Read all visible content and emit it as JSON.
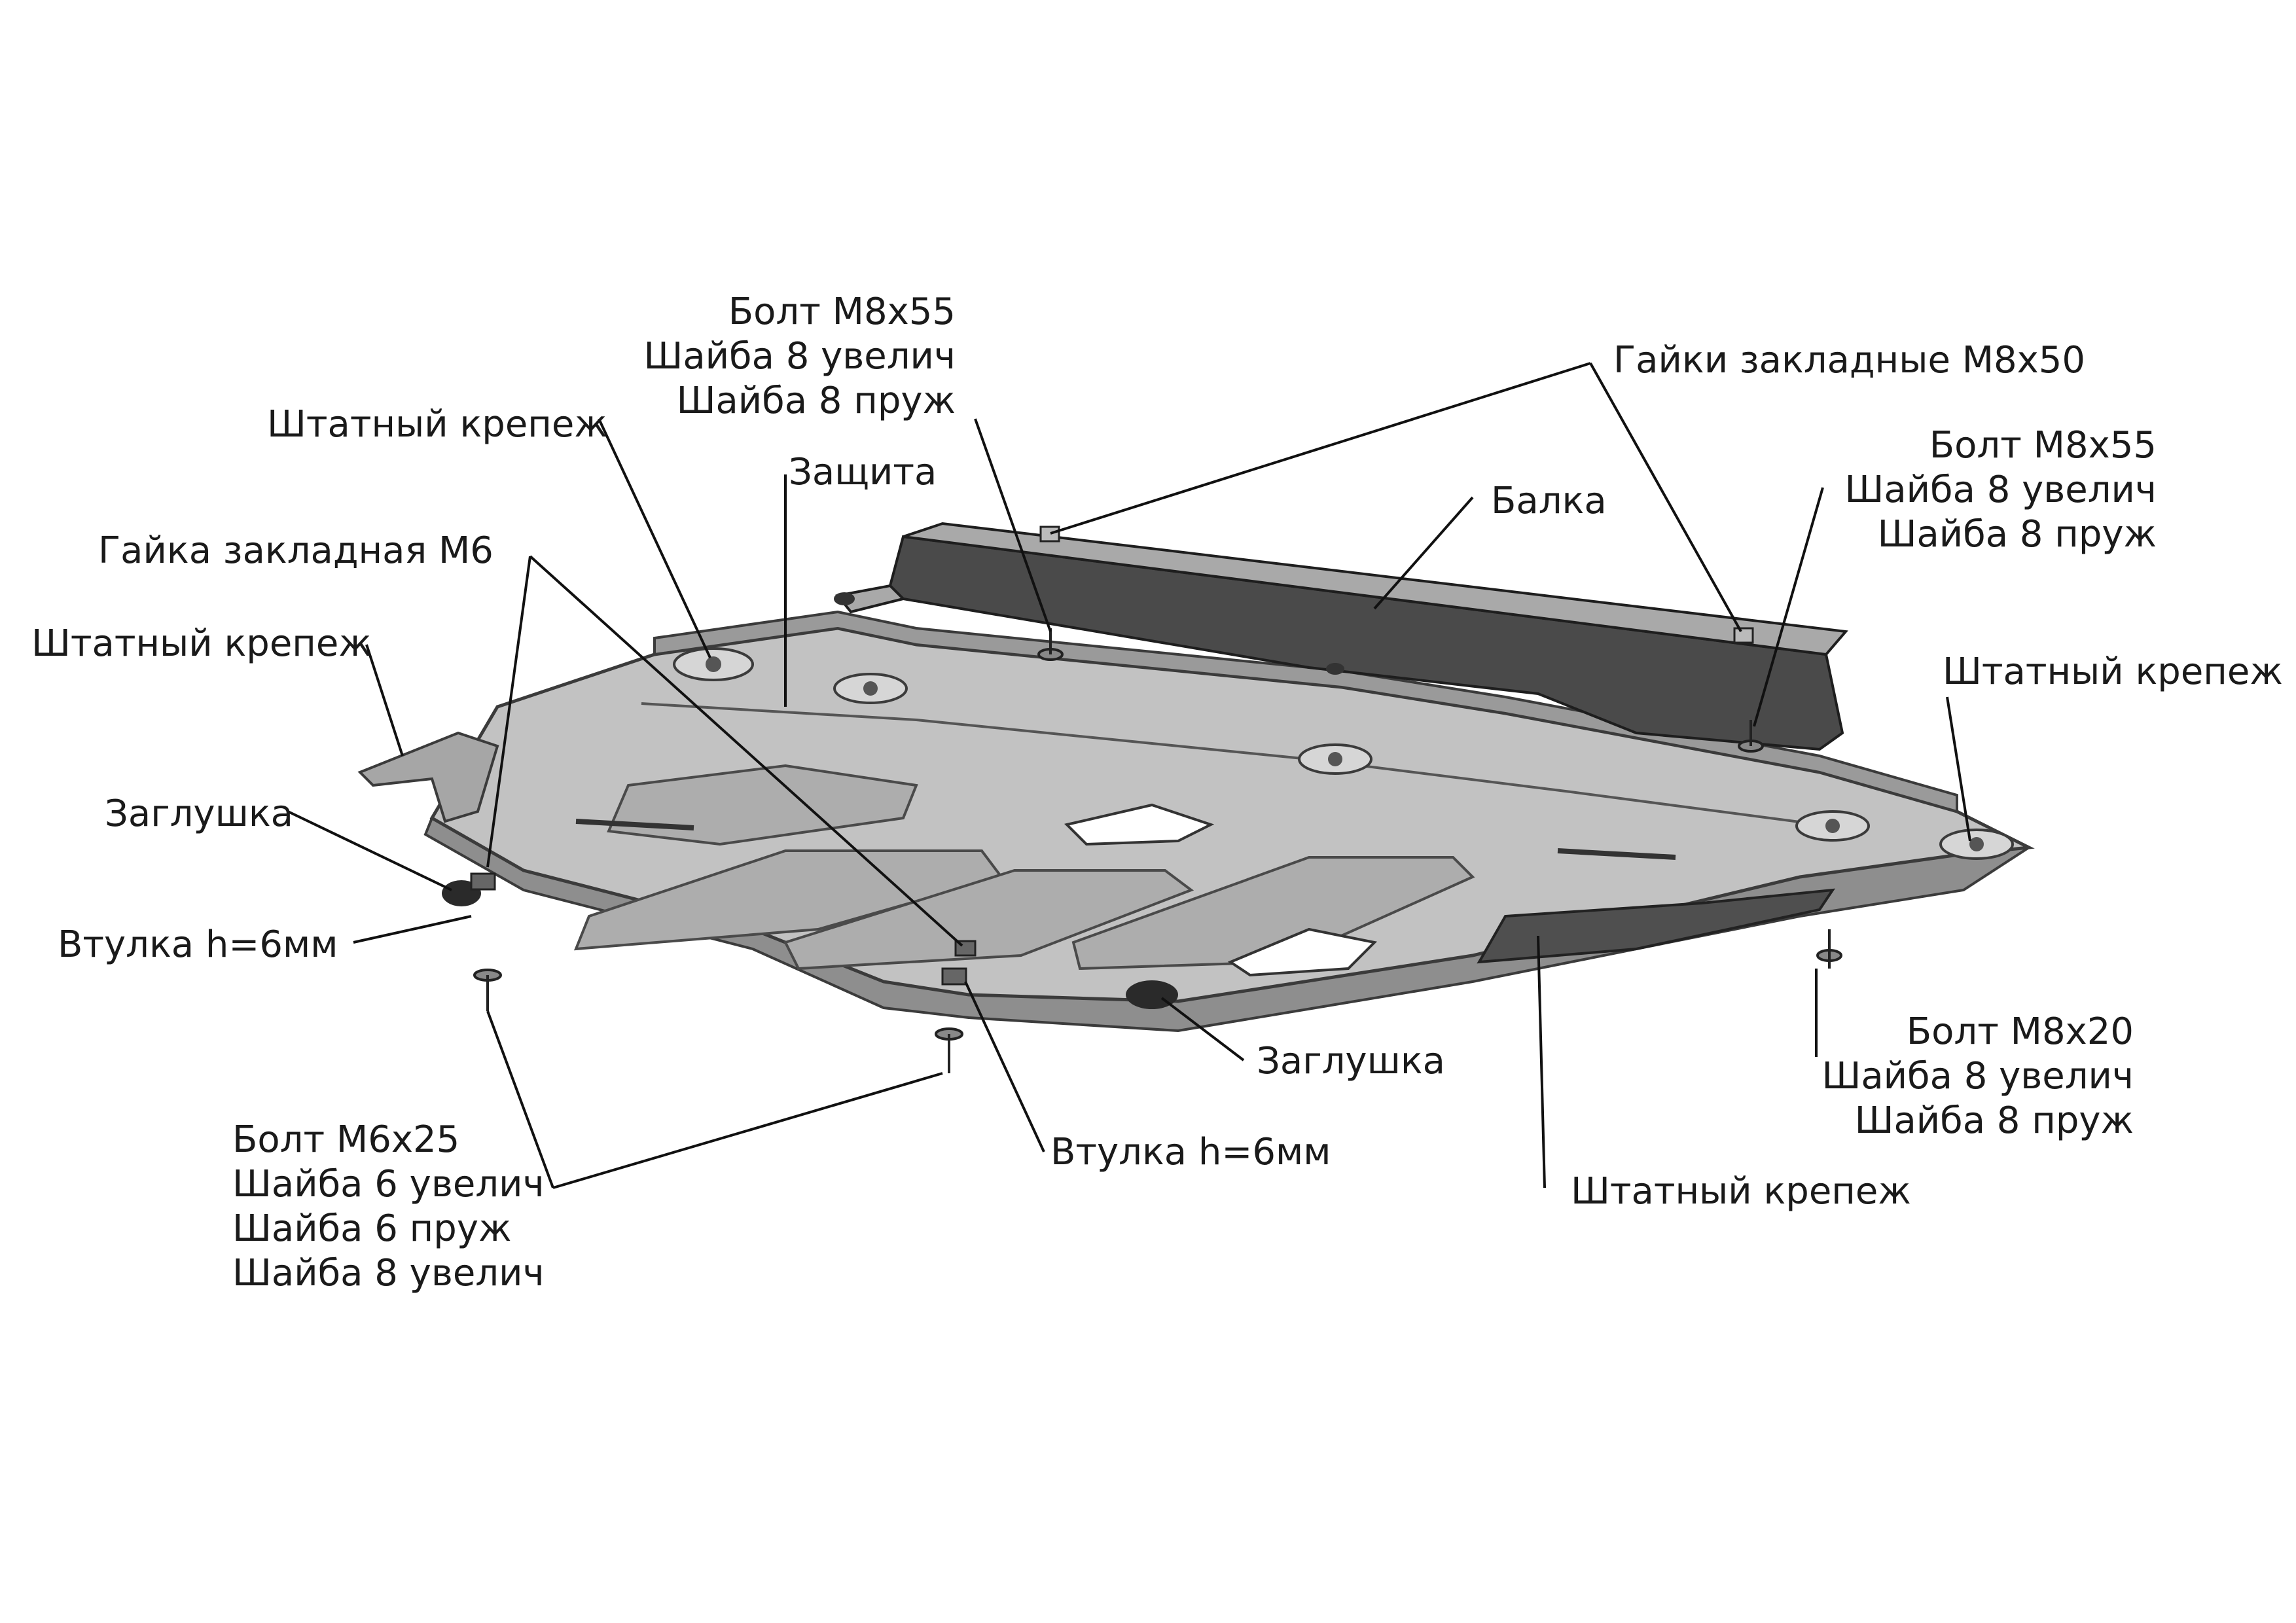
{
  "labels": {
    "bolt_m8x55_top": [
      "Болт М8х55",
      "Шайба 8 увелич",
      "Шайба 8 пруж"
    ],
    "nuts_m8x50": "Гайки закладные М8х50",
    "bolt_m8x55_right": [
      "Болт М8х55",
      "Шайба 8 увелич",
      "Шайба 8 пруж"
    ],
    "shtatny_top_left": "Штатный крепеж",
    "zaschita": "Защита",
    "balka": "Балка",
    "nut_m6": "Гайка закладная М6",
    "shtatny_left": "Штатный крепеж",
    "shtatny_right": "Штатный крепеж",
    "zaglushka_left": "Заглушка",
    "vtulka_left": "Втулка h=6мм",
    "zaglushka_bottom": "Заглушка",
    "vtulka_bottom": "Втулка h=6мм",
    "bolt_m6x25": [
      "Болт М6х25",
      "Шайба 6 увелич",
      "Шайба 6 пруж",
      "Шайба 8 увелич"
    ],
    "bolt_m8x20": [
      "Болт М8х20",
      "Шайба 8 увелич",
      "Шайба 8 пруж"
    ],
    "shtatny_bottom": "Штатный крепеж"
  },
  "colors": {
    "plate_top": "#b9b9b9",
    "plate_front": "#8e8e8e",
    "plate_edge": "#3b3b3b",
    "beam_face": "#4a4a4a",
    "beam_top": "#a9a9a9",
    "line": "#111111"
  }
}
